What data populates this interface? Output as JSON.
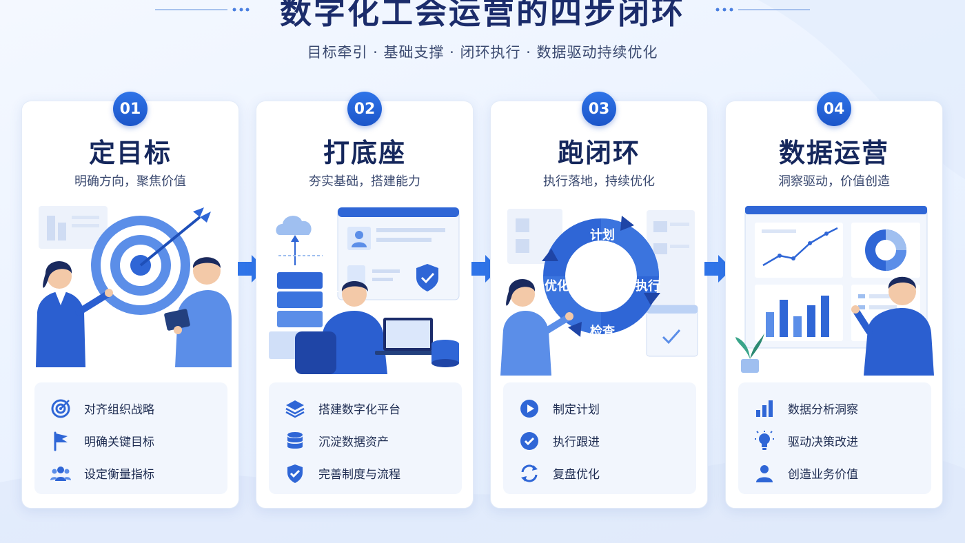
{
  "header": {
    "title": "数字化工会运营的四步闭环",
    "subtitle": "目标牵引 · 基础支撑 · 闭环执行 · 数据驱动持续优化"
  },
  "colors": {
    "primary": "#1b55c9",
    "accent": "#2f74e8",
    "light": "#dbe7fb",
    "text_dark": "#15275c"
  },
  "cards": [
    {
      "number": "01",
      "title": "定目标",
      "subtitle": "明确方向，聚焦价值",
      "illustration": "target-with-arrow-and-people",
      "items": [
        {
          "icon": "target-icon",
          "label": "对齐组织战略"
        },
        {
          "icon": "flag-icon",
          "label": "明确关键目标"
        },
        {
          "icon": "people-group-icon",
          "label": "设定衡量指标"
        }
      ]
    },
    {
      "number": "02",
      "title": "打底座",
      "subtitle": "夯实基础，搭建能力",
      "illustration": "cloud-servers-and-laptop",
      "items": [
        {
          "icon": "layers-icon",
          "label": "搭建数字化平台"
        },
        {
          "icon": "database-icon",
          "label": "沉淀数据资产"
        },
        {
          "icon": "shield-check-icon",
          "label": "完善制度与流程"
        }
      ]
    },
    {
      "number": "03",
      "title": "跑闭环",
      "subtitle": "执行落地，持续优化",
      "illustration": "cycle-loop",
      "cycle_labels": {
        "top": "计划",
        "right": "执行",
        "bottom": "检查",
        "left": "优化"
      },
      "items": [
        {
          "icon": "play-circle-icon",
          "label": "制定计划"
        },
        {
          "icon": "check-circle-icon",
          "label": "执行跟进"
        },
        {
          "icon": "refresh-cycle-icon",
          "label": "复盘优化"
        }
      ]
    },
    {
      "number": "04",
      "title": "数据运营",
      "subtitle": "洞察驱动，价值创造",
      "illustration": "dashboard-charts",
      "items": [
        {
          "icon": "bar-chart-icon",
          "label": "数据分析洞察"
        },
        {
          "icon": "lightbulb-icon",
          "label": "驱动决策改进"
        },
        {
          "icon": "user-icon",
          "label": "创造业务价值"
        }
      ]
    }
  ]
}
